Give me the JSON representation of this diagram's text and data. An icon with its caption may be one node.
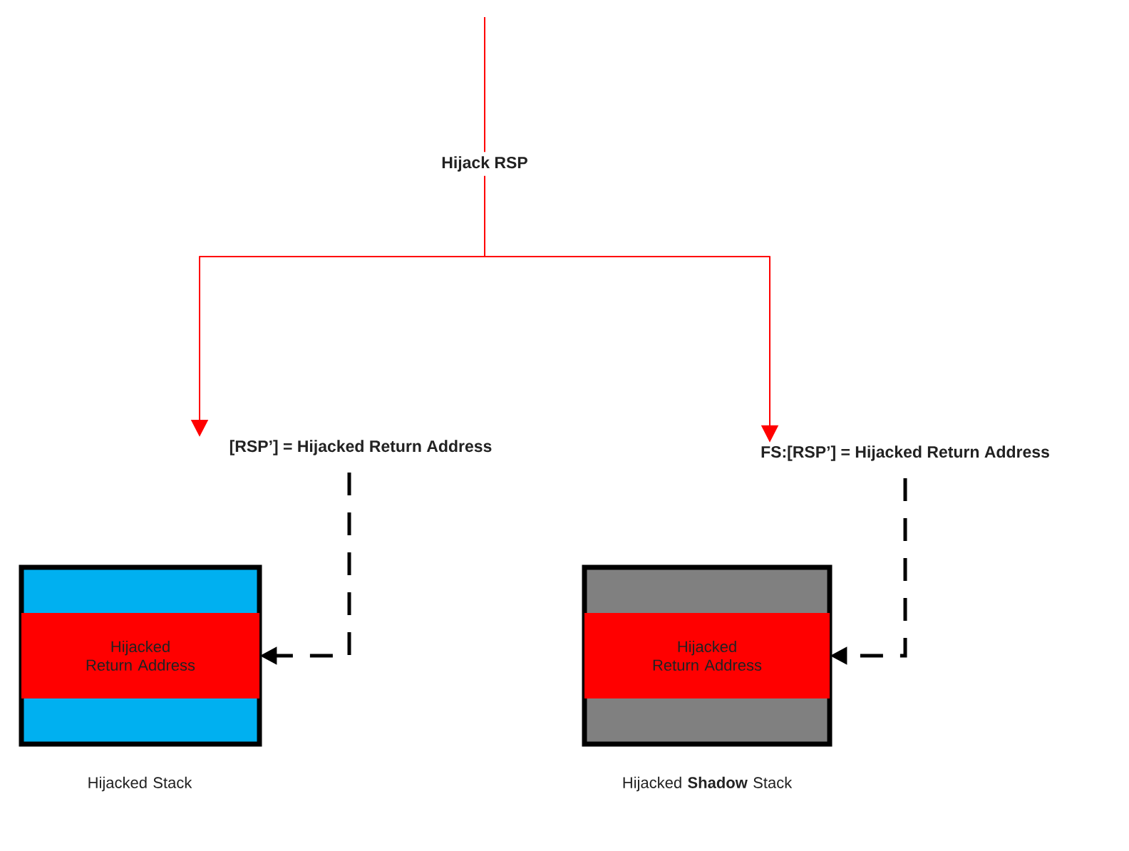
{
  "diagram": {
    "nodes": [
      {
        "text": [
          "[RSP’] = Hijacked Return Address"
        ]
      },
      {
        "text": [
          "FS:[RSP’] = Hijacked Return Address"
        ]
      },
      {
        "text": [],
        "shape": "box",
        "beside": [
          "Hijacked Stack"
        ]
      },
      {
        "text": [
          "Hijacked Return Address"
        ],
        "in": 2
      },
      {
        "text": [],
        "shape": "box",
        "beside": [
          "Hijacked **Shadow** Stack"
        ]
      },
      {
        "text": [
          "Hijacked Return Address"
        ],
        "in": 4
      }
    ],
    "edges": [
      {
        "from": null,
        "to": 0,
        "arrow": "to",
        "label": "Hijack RSP",
        "color": "#ff0000"
      },
      {
        "from": null,
        "to": 1,
        "arrow": "to",
        "color": "#ff0000"
      },
      {
        "from": 0,
        "to": 3,
        "arrow": "to",
        "style": "dashed",
        "color": "#000000"
      },
      {
        "from": 1,
        "to": 5,
        "arrow": "to",
        "style": "dashed",
        "color": "#000000"
      }
    ]
  }
}
